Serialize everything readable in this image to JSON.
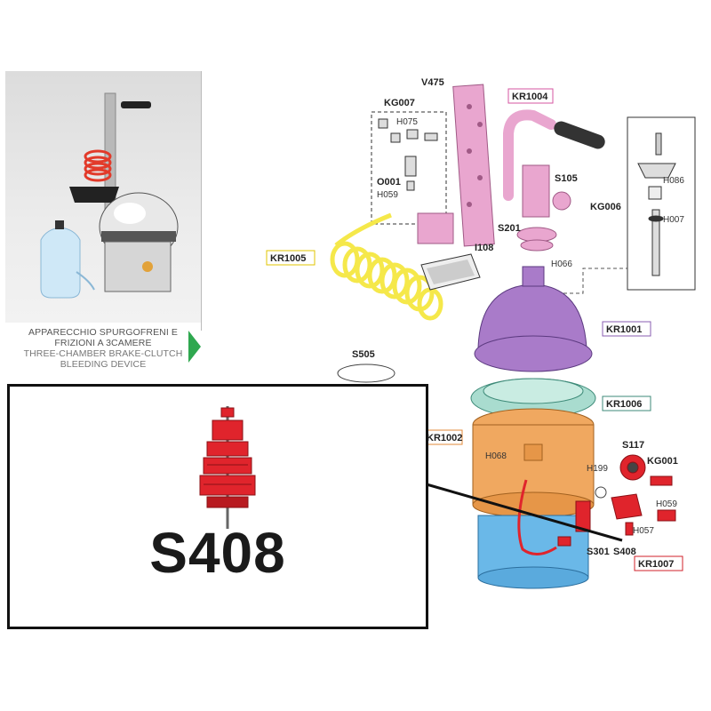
{
  "product": {
    "caption_it": "APPARECCHIO SPURGOFRENI E FRIZIONI A 3CAMERE",
    "caption_it_line1": "APPARECCHIO SPURGOFRENI E",
    "caption_it_line2": "FRIZIONI A 3CAMERE",
    "caption_en_line1": "THREE-CHAMBER BRAKE-CLUTCH",
    "caption_en_line2": "BLEEDING DEVICE"
  },
  "labels": {
    "V475": "V475",
    "KG007": "KG007",
    "H075": "H075",
    "O001": "O001",
    "H059a": "H059",
    "KR1004": "KR1004",
    "S105": "S105",
    "S201": "S201",
    "KG006": "KG006",
    "H086": "H086",
    "H007": "H007",
    "I108": "I108",
    "H066": "H066",
    "KR1005": "KR1005",
    "KR1001": "KR1001",
    "S505": "S505",
    "KR1006": "KR1006",
    "KR1002": "KR1002",
    "H068": "H068",
    "S117": "S117",
    "H199": "H199",
    "KG001": "KG001",
    "H059b": "H059",
    "H057": "H057",
    "S301": "S301",
    "S408": "S408",
    "KR1007": "KR1007"
  },
  "zoom": {
    "code": "S408"
  },
  "colors": {
    "pink": "#e9a6cf",
    "purple": "#a97bc9",
    "teal": "#a9dccf",
    "orange": "#f0a860",
    "blue": "#6ab8e8",
    "yellow": "#f5e84a",
    "red": "#e0242c",
    "arrow_green": "#2fa84f"
  }
}
